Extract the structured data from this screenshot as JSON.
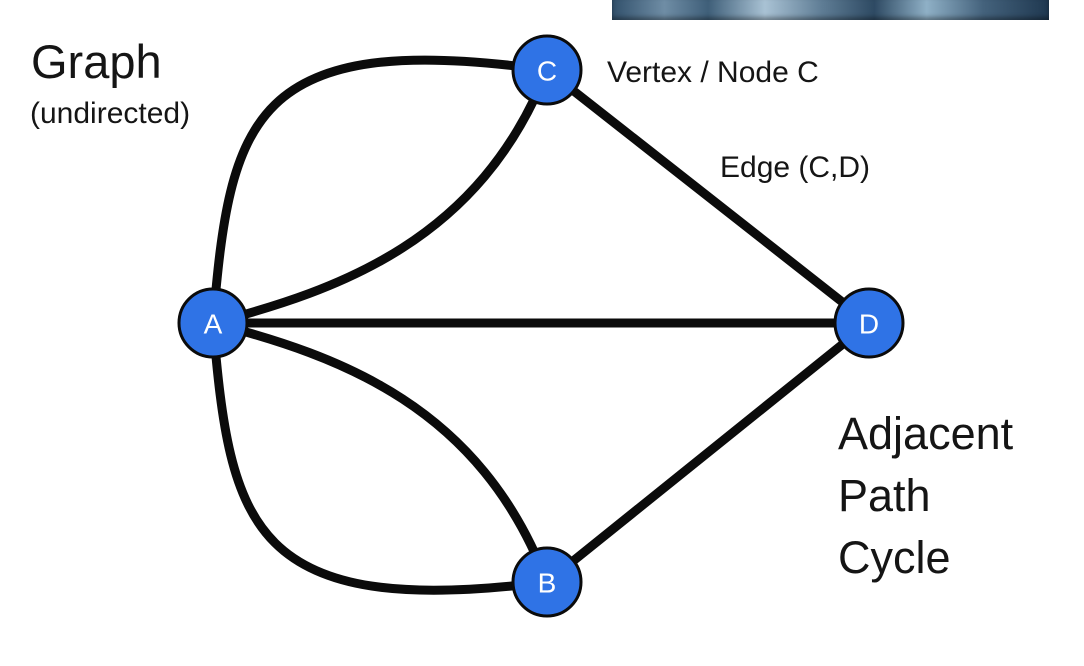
{
  "title": "Graph",
  "subtitle": "(undirected)",
  "annotations": {
    "vertex": "Vertex / Node C",
    "edge": "Edge (C,D)",
    "adjacent": "Adjacent",
    "path": "Path",
    "cycle": "Cycle"
  },
  "graph": {
    "nodes": [
      {
        "id": "A",
        "label": "A"
      },
      {
        "id": "B",
        "label": "B"
      },
      {
        "id": "C",
        "label": "C"
      },
      {
        "id": "D",
        "label": "D"
      }
    ],
    "edges": [
      {
        "from": "A",
        "to": "C",
        "style": "outer-arc"
      },
      {
        "from": "A",
        "to": "C",
        "style": "inner-arc"
      },
      {
        "from": "A",
        "to": "D",
        "style": "straight"
      },
      {
        "from": "A",
        "to": "B",
        "style": "inner-arc"
      },
      {
        "from": "A",
        "to": "B",
        "style": "outer-arc"
      },
      {
        "from": "C",
        "to": "D",
        "style": "straight"
      },
      {
        "from": "B",
        "to": "D",
        "style": "straight"
      }
    ],
    "node_color": "#2f73e6",
    "edge_color": "#0b0b0b"
  }
}
